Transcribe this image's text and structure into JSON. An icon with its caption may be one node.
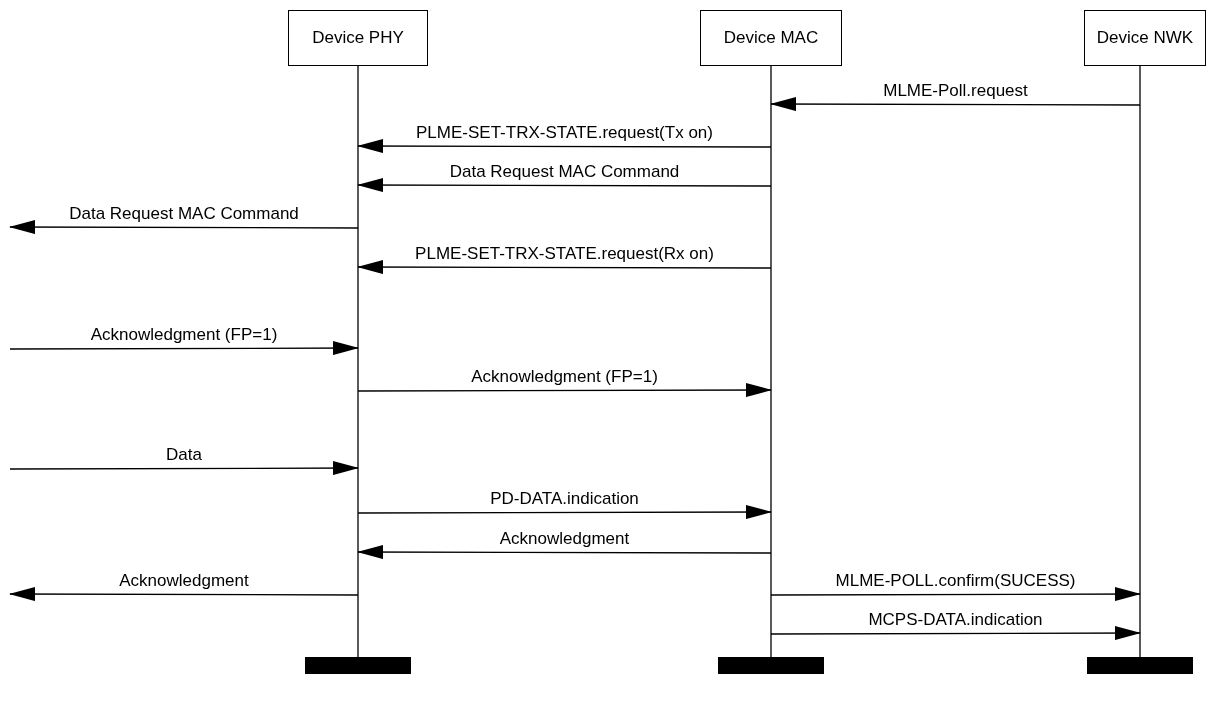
{
  "diagram": {
    "nodes": [
      {
        "text": [
          "Device PHY"
        ]
      },
      {
        "text": [
          "Device MAC"
        ]
      },
      {
        "text": [
          "Device NWK"
        ]
      }
    ],
    "edges": [
      {
        "from": 2,
        "to": 1,
        "arrow": "to",
        "label": "MLME-Poll.request"
      },
      {
        "from": 1,
        "to": 0,
        "arrow": "to",
        "label": "PLME-SET-TRX-STATE.request(Tx on)"
      },
      {
        "from": 1,
        "to": 0,
        "arrow": "to",
        "label": "Data Request MAC Command"
      },
      {
        "from": 0,
        "to": null,
        "arrow": "to",
        "label": "Data Request MAC Command"
      },
      {
        "from": 1,
        "to": 0,
        "arrow": "to",
        "label": "PLME-SET-TRX-STATE.request(Rx on)"
      },
      {
        "from": null,
        "to": 0,
        "arrow": "to",
        "label": "Acknowledgment (FP=1)"
      },
      {
        "from": 0,
        "to": 1,
        "arrow": "to",
        "label": "Acknowledgment (FP=1)"
      },
      {
        "from": null,
        "to": 0,
        "arrow": "to",
        "label": "Data"
      },
      {
        "from": 0,
        "to": 1,
        "arrow": "to",
        "label": "PD-DATA.indication"
      },
      {
        "from": 1,
        "to": 0,
        "arrow": "to",
        "label": "Acknowledgment"
      },
      {
        "from": 0,
        "to": null,
        "arrow": "to",
        "label": "Acknowledgment"
      },
      {
        "from": 1,
        "to": 2,
        "arrow": "to",
        "label": "MLME-POLL.confirm(SUCESS)"
      },
      {
        "from": 1,
        "to": 2,
        "arrow": "to",
        "label": "MCPS-DATA.indication"
      }
    ]
  }
}
